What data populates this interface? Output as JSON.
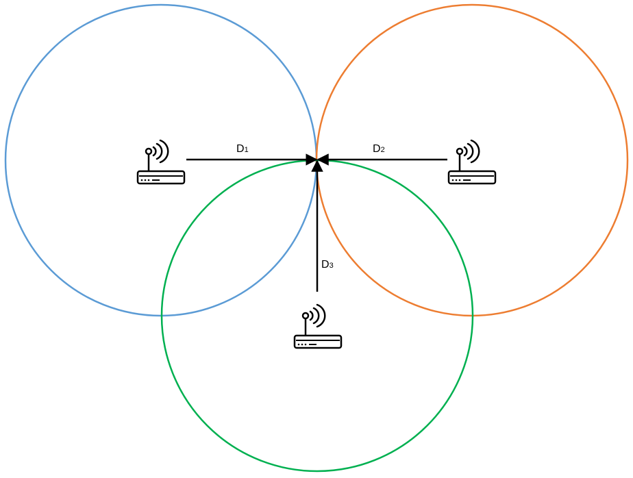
{
  "diagram": {
    "circle_colors": {
      "left": "#5B9BD5",
      "right": "#ED7D31",
      "bottom": "#00B050"
    },
    "arrow_color": "#000000",
    "labels": {
      "d1": {
        "main": "D",
        "sub": "1"
      },
      "d2": {
        "main": "D",
        "sub": "2"
      },
      "d3": {
        "main": "D",
        "sub": "3"
      }
    },
    "icons": [
      "wifi-router-icon",
      "wifi-router-icon",
      "wifi-router-icon"
    ]
  }
}
